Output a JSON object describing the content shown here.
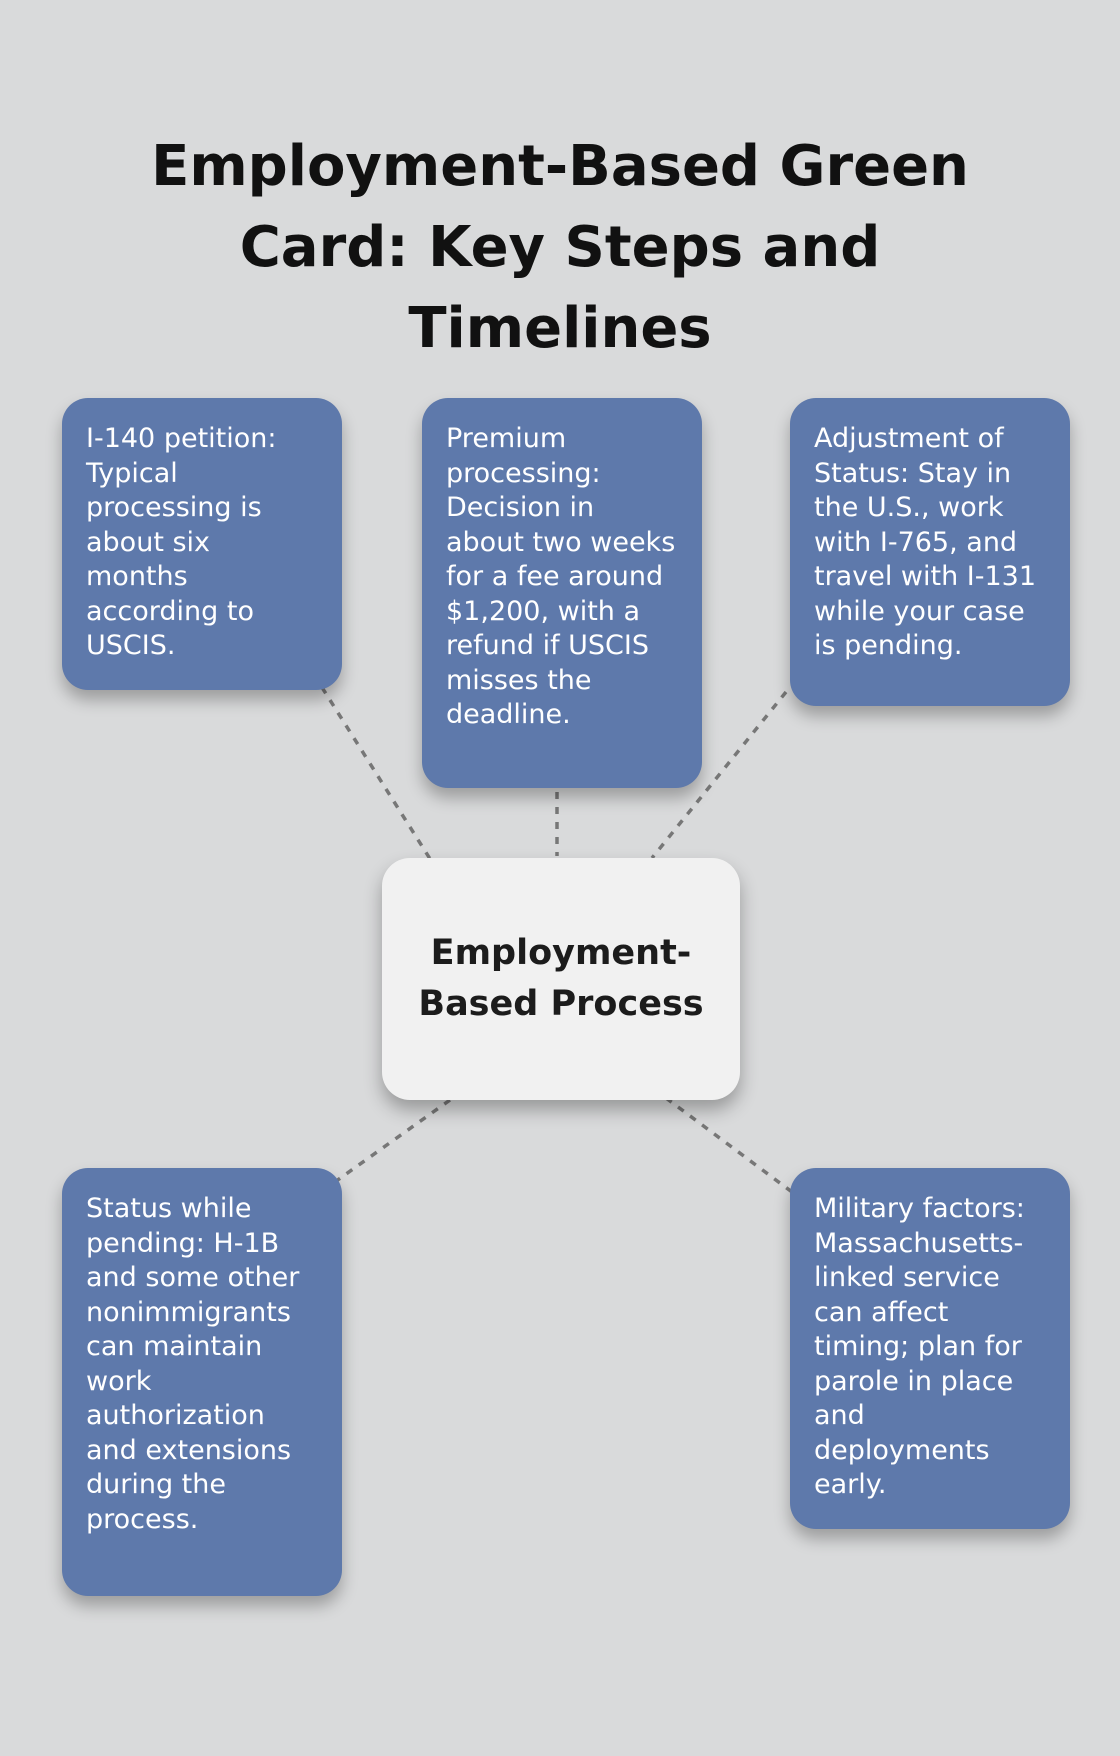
{
  "title": "Employment-Based Green Card: Key Steps and Timelines",
  "center": {
    "label": "Employment-Based Process"
  },
  "nodes": [
    {
      "id": "i140",
      "text": "I-140 petition: Typical processing is about six months according to USCIS."
    },
    {
      "id": "premium",
      "text": "Premium processing: Decision in about two weeks for a fee around $1,200, with a refund if USCIS misses the deadline."
    },
    {
      "id": "aos",
      "text": "Adjustment of Status: Stay in the U.S., work with I-765, and travel with I-131 while your case is pending."
    },
    {
      "id": "pending",
      "text": "Status while pending: H-1B and some other nonimmigrants can maintain work authorization and extensions during the process."
    },
    {
      "id": "military",
      "text": "Military factors: Massachusetts-linked service can affect timing; plan for parole in place and deployments early."
    }
  ],
  "colors": {
    "background": "#d9dadb",
    "node_bg": "#5e79ab",
    "node_text": "#ffffff",
    "center_bg": "#f1f1f1",
    "connector": "#777777",
    "title_color": "#111111"
  }
}
